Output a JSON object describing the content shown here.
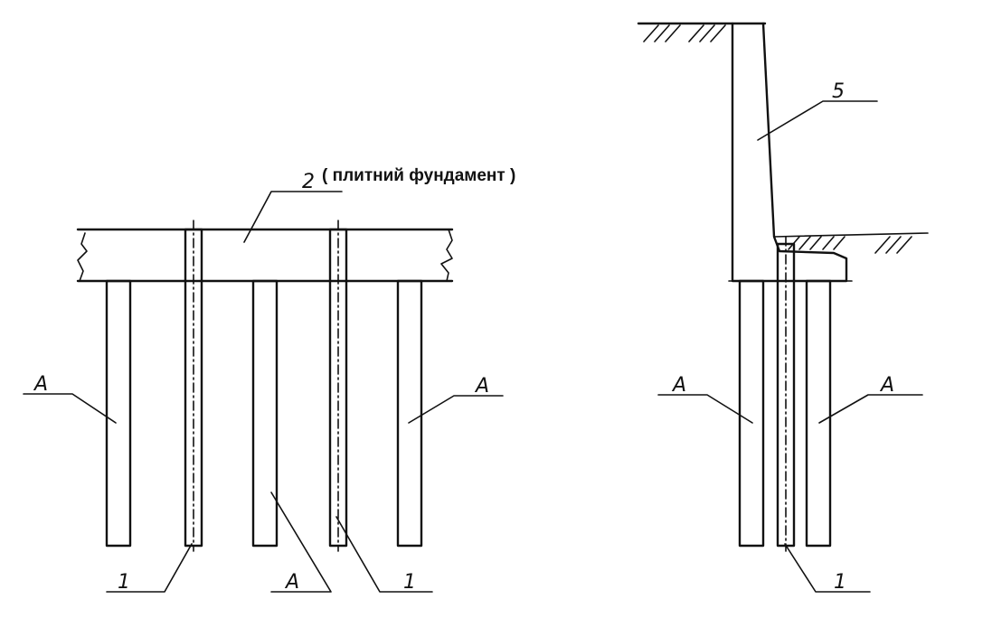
{
  "labels": {
    "slab_number": "2",
    "slab_caption": "( плитний фундамент )",
    "wall_number": "5",
    "pile_a": "A",
    "pile_1": "1"
  },
  "ink_color": "#111111",
  "paper_color": "#ffffff"
}
